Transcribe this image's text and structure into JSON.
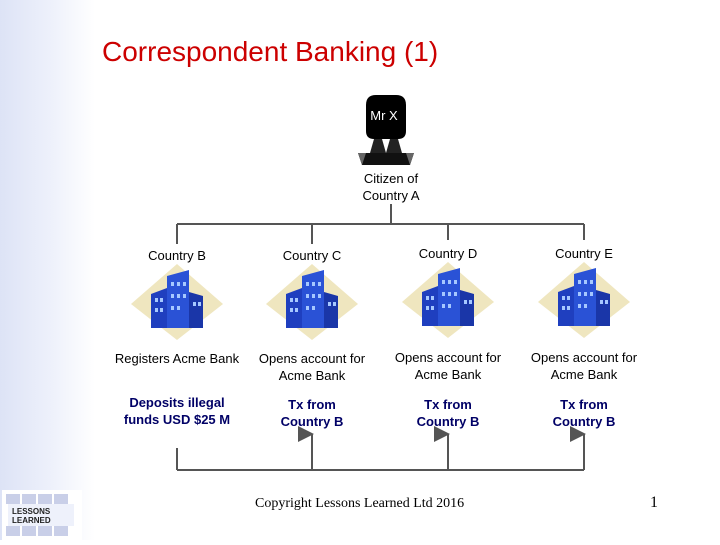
{
  "slide": {
    "title": "Correspondent Banking (1)",
    "person": {
      "label": "Mr X",
      "caption": "Citizen of Country A"
    },
    "countries": [
      {
        "name": "Country B",
        "role": "Registers Acme Bank",
        "action": "Deposits illegal funds USD $25 M"
      },
      {
        "name": "Country C",
        "role": "Opens account for Acme Bank",
        "action": "Tx from Country B"
      },
      {
        "name": "Country D",
        "role": "Opens account for Acme Bank",
        "action": "Tx from Country B"
      },
      {
        "name": "Country E",
        "role": "Opens account for Acme Bank",
        "action": "Tx from Country B"
      }
    ],
    "footer": {
      "copyright": "Copyright Lessons Learned Ltd 2016",
      "page": "1"
    },
    "logo": {
      "text": "LESSONS LEARNED"
    }
  },
  "colors": {
    "title": "#cc0000",
    "arrow": "#555555",
    "building": "#1f3fbf"
  }
}
